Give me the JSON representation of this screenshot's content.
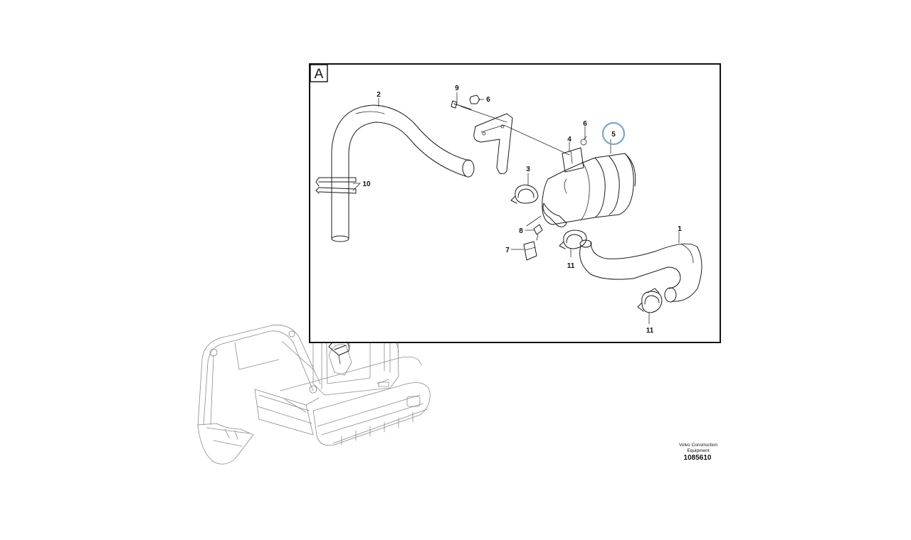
{
  "detail": {
    "view_label": "A",
    "parts": [
      {
        "label": "1"
      },
      {
        "label": "2"
      },
      {
        "label": "3"
      },
      {
        "label": "4"
      },
      {
        "label": "5",
        "highlighted": true
      },
      {
        "label": "6"
      },
      {
        "label": "6"
      },
      {
        "label": "7"
      },
      {
        "label": "8"
      },
      {
        "label": "9"
      },
      {
        "label": "10"
      },
      {
        "label": "11"
      },
      {
        "label": "11"
      }
    ]
  },
  "machine": {
    "callout_label": "A"
  },
  "footer": {
    "credit_line1": "Volvo Construction",
    "credit_line2": "Equipment",
    "doc_number": "1085610"
  },
  "colors": {
    "highlight": "#7fa6c8",
    "line": "#1a1a1a",
    "machine_line": "#8a8a8a"
  }
}
